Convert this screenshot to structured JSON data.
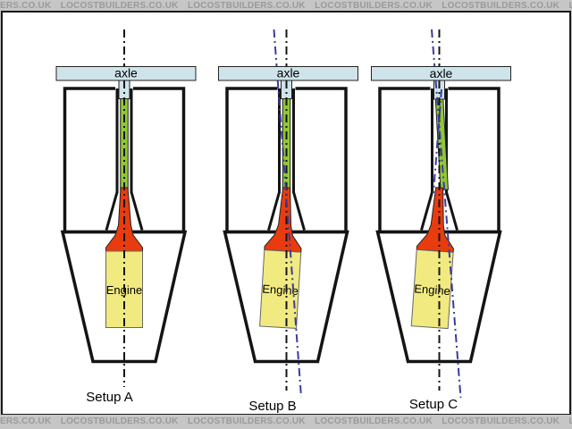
{
  "watermark": {
    "prefix": "ERS.CO.UK",
    "token": "LOCOSTBUILDERS.CO.UK"
  },
  "setups": [
    {
      "id": "A",
      "axle_label": "axle",
      "engine_label": "Engine",
      "caption": "Setup A"
    },
    {
      "id": "B",
      "axle_label": "axle",
      "engine_label": "Engine",
      "caption": "Setup B"
    },
    {
      "id": "C",
      "axle_label": "axle",
      "engine_label": "Engine",
      "caption": "Setup C"
    }
  ],
  "colors": {
    "axle_bar": "#cfe4ea",
    "propshaft_green": "#90c832",
    "gearbox_red": "#e83c0f",
    "engine_yellow": "#f1ea80",
    "centerline_black": "#141414",
    "centerline_blue": "#3b3ba0",
    "watermark_gray": "#9a9a9a"
  }
}
